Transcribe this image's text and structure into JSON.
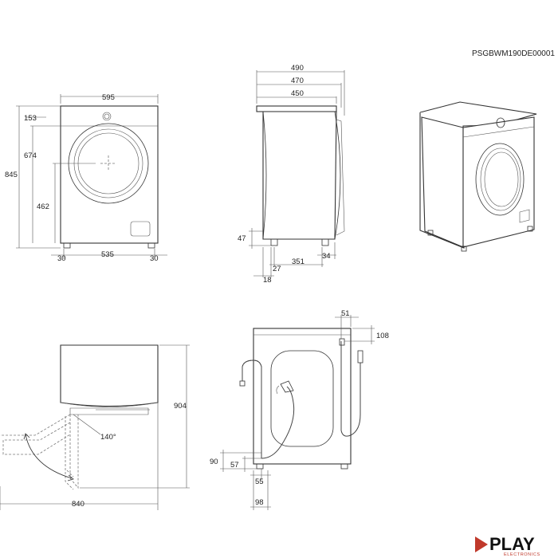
{
  "document_code": "PSGBWM190DE00001",
  "front_view": {
    "width_total": "595",
    "height_total": "845",
    "height_porthole_top": "674",
    "height_porthole_center": "462",
    "top_to_porthole": "153",
    "foot_left_offset": "30",
    "foot_span": "535",
    "foot_right_offset": "30"
  },
  "side_view": {
    "depth_total": "490",
    "depth_door_closed": "470",
    "depth_body": "450",
    "foot_height": "47",
    "foot_front_offset": "27",
    "foot_span": "351",
    "foot_rear_offset": "34",
    "front_offset": "18"
  },
  "top_view": {
    "door_open_angle": "140°",
    "door_open_width": "840",
    "height_total": "904"
  },
  "rear_view": {
    "inlet_offset_side": "51",
    "inlet_offset_top": "108",
    "drain_height": "90",
    "drain_outlet_height": "57",
    "drain_side_offset": "55",
    "drain_total_offset": "98"
  },
  "logo": {
    "text": "PLAY",
    "subtitle": "ELECTRONICS",
    "accent_color": "#c0392b"
  }
}
